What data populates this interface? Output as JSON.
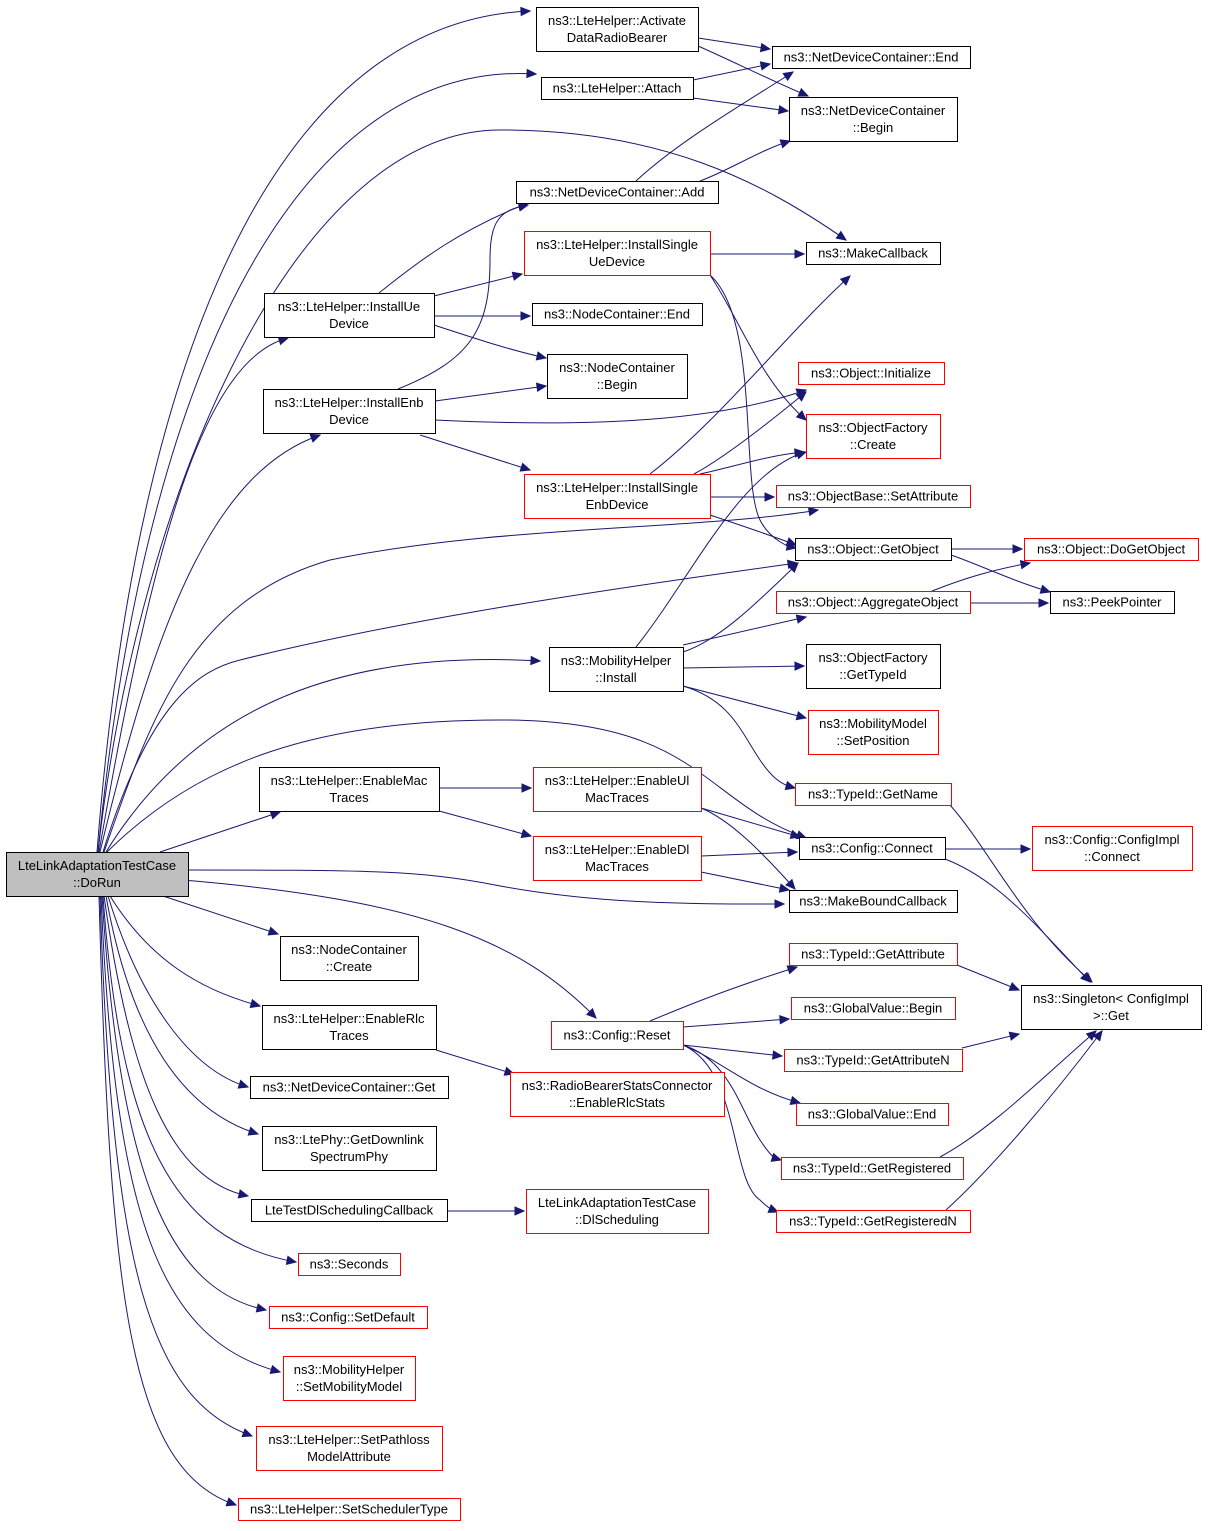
{
  "colors": {
    "edge": "#191970",
    "root_fill": "#bfbfbf",
    "documented_border": "#000000",
    "undocumented_border": "#ff0000"
  },
  "nodes": [
    {
      "id": "root",
      "lines": [
        "LteLinkAdaptationTestCase",
        "::DoRun"
      ],
      "style": "root"
    },
    {
      "id": "activate",
      "lines": [
        "ns3::LteHelper::Activate",
        "DataRadioBearer"
      ],
      "style": "black"
    },
    {
      "id": "attach",
      "lines": [
        "ns3::LteHelper::Attach"
      ],
      "style": "black"
    },
    {
      "id": "ndc_end",
      "lines": [
        "ns3::NetDeviceContainer::End"
      ],
      "style": "black"
    },
    {
      "id": "ndc_begin",
      "lines": [
        "ns3::NetDeviceContainer",
        "::Begin"
      ],
      "style": "black"
    },
    {
      "id": "ndc_add",
      "lines": [
        "ns3::NetDeviceContainer::Add"
      ],
      "style": "black"
    },
    {
      "id": "makecallback",
      "lines": [
        "ns3::MakeCallback"
      ],
      "style": "black"
    },
    {
      "id": "install_single_ue",
      "lines": [
        "ns3::LteHelper::InstallSingle",
        "UeDevice"
      ],
      "style": "red"
    },
    {
      "id": "install_ue",
      "lines": [
        "ns3::LteHelper::InstallUe",
        "Device"
      ],
      "style": "black"
    },
    {
      "id": "nc_end",
      "lines": [
        "ns3::NodeContainer::End"
      ],
      "style": "black"
    },
    {
      "id": "nc_begin",
      "lines": [
        "ns3::NodeContainer",
        "::Begin"
      ],
      "style": "black"
    },
    {
      "id": "obj_init",
      "lines": [
        "ns3::Object::Initialize"
      ],
      "style": "red"
    },
    {
      "id": "install_enb",
      "lines": [
        "ns3::LteHelper::InstallEnb",
        "Device"
      ],
      "style": "black"
    },
    {
      "id": "of_create",
      "lines": [
        "ns3::ObjectFactory",
        "::Create"
      ],
      "style": "red"
    },
    {
      "id": "install_single_enb",
      "lines": [
        "ns3::LteHelper::InstallSingle",
        "EnbDevice"
      ],
      "style": "red"
    },
    {
      "id": "ob_setattr",
      "lines": [
        "ns3::ObjectBase::SetAttribute"
      ],
      "style": "red"
    },
    {
      "id": "obj_getobject",
      "lines": [
        "ns3::Object::GetObject"
      ],
      "style": "black"
    },
    {
      "id": "obj_dogetobject",
      "lines": [
        "ns3::Object::DoGetObject"
      ],
      "style": "red"
    },
    {
      "id": "obj_aggregate",
      "lines": [
        "ns3::Object::AggregateObject"
      ],
      "style": "red"
    },
    {
      "id": "peekpointer",
      "lines": [
        "ns3::PeekPointer"
      ],
      "style": "black"
    },
    {
      "id": "mob_install",
      "lines": [
        "ns3::MobilityHelper",
        "::Install"
      ],
      "style": "black"
    },
    {
      "id": "of_gettypeid",
      "lines": [
        "ns3::ObjectFactory",
        "::GetTypeId"
      ],
      "style": "black"
    },
    {
      "id": "mm_setpos",
      "lines": [
        "ns3::MobilityModel",
        "::SetPosition"
      ],
      "style": "red"
    },
    {
      "id": "typeid_getname",
      "lines": [
        "ns3::TypeId::GetName"
      ],
      "style": "red"
    },
    {
      "id": "enable_mac",
      "lines": [
        "ns3::LteHelper::EnableMac",
        "Traces"
      ],
      "style": "black"
    },
    {
      "id": "enable_ulmac",
      "lines": [
        "ns3::LteHelper::EnableUl",
        "MacTraces"
      ],
      "style": "red"
    },
    {
      "id": "enable_dlmac",
      "lines": [
        "ns3::LteHelper::EnableDl",
        "MacTraces"
      ],
      "style": "red"
    },
    {
      "id": "cfg_connect",
      "lines": [
        "ns3::Config::Connect"
      ],
      "style": "black"
    },
    {
      "id": "cfgimpl_connect",
      "lines": [
        "ns3::Config::ConfigImpl",
        "::Connect"
      ],
      "style": "red"
    },
    {
      "id": "makebound",
      "lines": [
        "ns3::MakeBoundCallback"
      ],
      "style": "black"
    },
    {
      "id": "nc_create",
      "lines": [
        "ns3::NodeContainer",
        "::Create"
      ],
      "style": "black"
    },
    {
      "id": "typeid_getattr",
      "lines": [
        "ns3::TypeId::GetAttribute"
      ],
      "style": "red"
    },
    {
      "id": "singleton_get",
      "lines": [
        "ns3::Singleton< ConfigImpl",
        " >::Get"
      ],
      "style": "black"
    },
    {
      "id": "gv_begin",
      "lines": [
        "ns3::GlobalValue::Begin"
      ],
      "style": "red"
    },
    {
      "id": "enable_rlc",
      "lines": [
        "ns3::LteHelper::EnableRlc",
        "Traces"
      ],
      "style": "black"
    },
    {
      "id": "cfg_reset",
      "lines": [
        "ns3::Config::Reset"
      ],
      "style": "red"
    },
    {
      "id": "typeid_getattrn",
      "lines": [
        "ns3::TypeId::GetAttributeN"
      ],
      "style": "red"
    },
    {
      "id": "ndc_get",
      "lines": [
        "ns3::NetDeviceContainer::Get"
      ],
      "style": "black"
    },
    {
      "id": "rbsc_enablerlc",
      "lines": [
        "ns3::RadioBearerStatsConnector",
        "::EnableRlcStats"
      ],
      "style": "red"
    },
    {
      "id": "gv_end",
      "lines": [
        "ns3::GlobalValue::End"
      ],
      "style": "red"
    },
    {
      "id": "ltephy_getdl",
      "lines": [
        "ns3::LtePhy::GetDownlink",
        "SpectrumPhy"
      ],
      "style": "black"
    },
    {
      "id": "typeid_getreg",
      "lines": [
        "ns3::TypeId::GetRegistered"
      ],
      "style": "red"
    },
    {
      "id": "dlsched_cb",
      "lines": [
        "LteTestDlSchedulingCallback"
      ],
      "style": "black"
    },
    {
      "id": "dlsched",
      "lines": [
        "LteLinkAdaptationTestCase",
        "::DlScheduling"
      ],
      "style": "red"
    },
    {
      "id": "typeid_getregn",
      "lines": [
        "ns3::TypeId::GetRegisteredN"
      ],
      "style": "red"
    },
    {
      "id": "seconds",
      "lines": [
        "ns3::Seconds"
      ],
      "style": "red"
    },
    {
      "id": "cfg_setdefault",
      "lines": [
        "ns3::Config::SetDefault"
      ],
      "style": "red"
    },
    {
      "id": "mob_setmodel",
      "lines": [
        "ns3::MobilityHelper",
        "::SetMobilityModel"
      ],
      "style": "red"
    },
    {
      "id": "set_pathloss",
      "lines": [
        "ns3::LteHelper::SetPathloss",
        "ModelAttribute"
      ],
      "style": "red"
    },
    {
      "id": "set_scheduler",
      "lines": [
        "ns3::LteHelper::SetSchedulerType"
      ],
      "style": "red"
    }
  ]
}
